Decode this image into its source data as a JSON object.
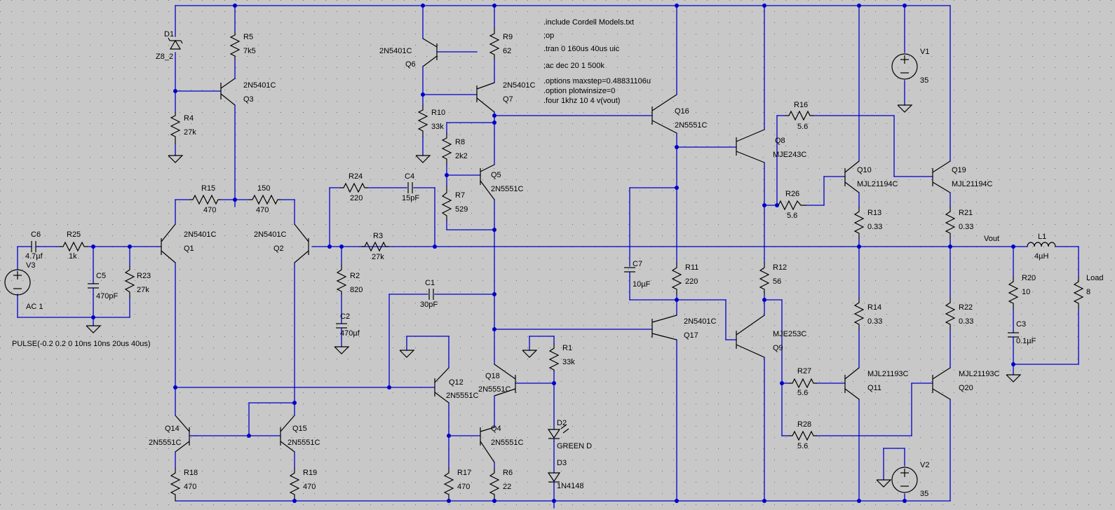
{
  "directives": [
    ".include Cordell Models.txt",
    ";op",
    ".tran 0 160us 40us uic",
    ";ac dec 20 1 500k",
    ".options maxstep=0.48831106u",
    ".option plotwinsize=0",
    ".four 1khz 10 4 v(vout)"
  ],
  "net_label": "Vout",
  "source_label": "PULSE(-0.2 0.2 0 10ns 10ns 20us 40us)",
  "sources": [
    {
      "ref": "V1",
      "value": "35"
    },
    {
      "ref": "V2",
      "value": "35"
    },
    {
      "ref": "V3",
      "value": "AC 1"
    }
  ],
  "resistors": [
    {
      "ref": "R5",
      "value": "7k5"
    },
    {
      "ref": "R4",
      "value": "27k"
    },
    {
      "ref": "R15",
      "value": "470"
    },
    {
      "ref": "150",
      "value": "470"
    },
    {
      "ref": "R25",
      "value": "1k"
    },
    {
      "ref": "R23",
      "value": "27k"
    },
    {
      "ref": "R9",
      "value": "62"
    },
    {
      "ref": "R10",
      "value": "33k"
    },
    {
      "ref": "R8",
      "value": "2k2"
    },
    {
      "ref": "R7",
      "value": "529"
    },
    {
      "ref": "R24",
      "value": "220"
    },
    {
      "ref": "R3",
      "value": "27k"
    },
    {
      "ref": "R2",
      "value": "820"
    },
    {
      "ref": "R11",
      "value": "220"
    },
    {
      "ref": "R12",
      "value": "56"
    },
    {
      "ref": "R16",
      "value": "5.6"
    },
    {
      "ref": "R26",
      "value": "5.6"
    },
    {
      "ref": "R13",
      "value": "0.33"
    },
    {
      "ref": "R14",
      "value": "0.33"
    },
    {
      "ref": "R21",
      "value": "0.33"
    },
    {
      "ref": "R22",
      "value": "0.33"
    },
    {
      "ref": "R27",
      "value": "5.6"
    },
    {
      "ref": "R28",
      "value": "5.6"
    },
    {
      "ref": "R20",
      "value": "10"
    },
    {
      "ref": "Load",
      "value": "8"
    },
    {
      "ref": "R1",
      "value": "33k"
    },
    {
      "ref": "R17",
      "value": "470"
    },
    {
      "ref": "R6",
      "value": "22"
    },
    {
      "ref": "R18",
      "value": "470"
    },
    {
      "ref": "R19",
      "value": "470"
    }
  ],
  "capacitors": [
    {
      "ref": "C6",
      "value": "4.7µf"
    },
    {
      "ref": "C5",
      "value": "470pF"
    },
    {
      "ref": "C4",
      "value": "15pF"
    },
    {
      "ref": "C2",
      "value": "470µf"
    },
    {
      "ref": "C1",
      "value": "30pF"
    },
    {
      "ref": "C7",
      "value": "10µF"
    },
    {
      "ref": "C3",
      "value": "0.1µF"
    }
  ],
  "inductors": [
    {
      "ref": "L1",
      "value": "4µH"
    }
  ],
  "diodes": [
    {
      "ref": "D1",
      "value": "Z8_2"
    },
    {
      "ref": "D2",
      "value": "GREEN D"
    },
    {
      "ref": "D3",
      "value": "1N4148"
    }
  ],
  "transistors": [
    {
      "ref": "Q3",
      "model": "2N5401C"
    },
    {
      "ref": "Q1",
      "model": "2N5401C"
    },
    {
      "ref": "Q2",
      "model": "2N5401C"
    },
    {
      "ref": "Q6",
      "model": "2N5401C"
    },
    {
      "ref": "Q7",
      "model": "2N5401C"
    },
    {
      "ref": "Q5",
      "model": "2N5551C"
    },
    {
      "ref": "Q16",
      "model": "2N5551C"
    },
    {
      "ref": "Q17",
      "model": "2N5401C"
    },
    {
      "ref": "Q8",
      "model": "MJE243C"
    },
    {
      "ref": "Q9",
      "model": "MJE253C"
    },
    {
      "ref": "Q10",
      "model": "MJL21194C"
    },
    {
      "ref": "Q19",
      "model": "MJL21194C"
    },
    {
      "ref": "Q11",
      "model": "MJL21193C"
    },
    {
      "ref": "Q20",
      "model": "MJL21193C"
    },
    {
      "ref": "Q12",
      "model": "2N5551C"
    },
    {
      "ref": "Q18",
      "model": "2N5551C"
    },
    {
      "ref": "Q4",
      "model": "2N5551C"
    },
    {
      "ref": "Q14",
      "model": "2N5551C"
    },
    {
      "ref": "Q15",
      "model": "2N5551C"
    }
  ]
}
